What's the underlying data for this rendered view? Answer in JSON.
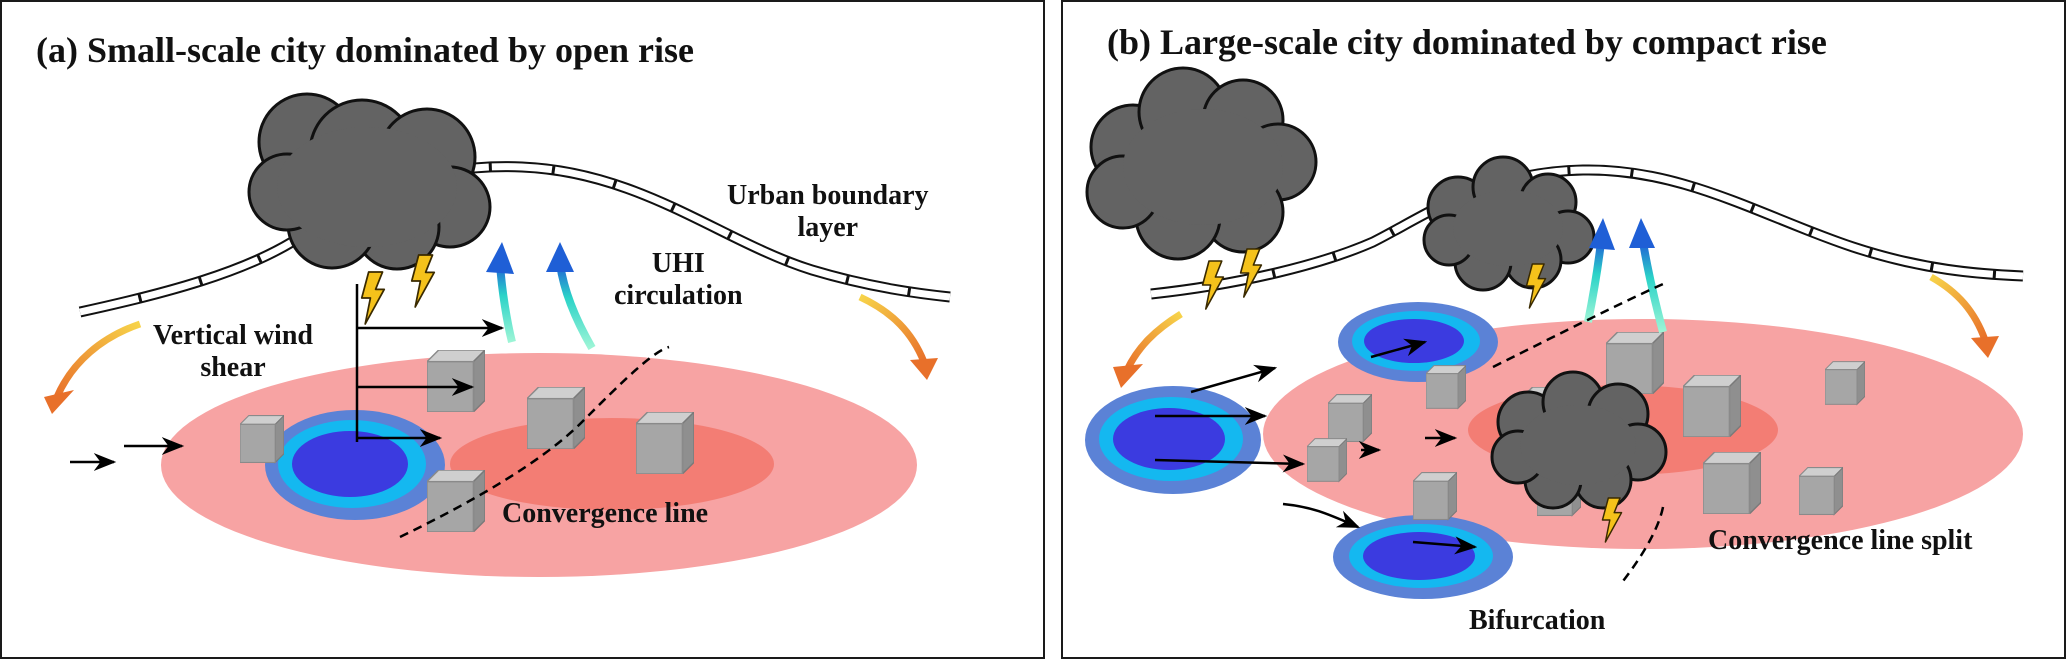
{
  "panels": [
    {
      "title": "(a) Small-scale city dominated by open rise",
      "labels": {
        "boundary_layer": "Urban boundary\nlayer",
        "uhi_circulation": "UHI\ncirculation",
        "vertical_wind_shear": "Vertical wind\nshear",
        "convergence_line": "Convergence line"
      }
    },
    {
      "title": "(b) Large-scale city dominated by compact rise",
      "labels": {
        "convergence_line_split": "Convergence line split",
        "bifurcation": "Bifurcation"
      }
    }
  ],
  "colors": {
    "uhi_outer": "#f7a3a3",
    "uhi_inner": "#f27b72",
    "storm_outer": "#5b82d6",
    "storm_ring": "#14b8f0",
    "storm_core": "#3b3be0",
    "cloud": "#636363",
    "building": "#a6a6a6",
    "lightning": "#f5c21b"
  },
  "icons": [
    "cloud-icon",
    "lightning-icon",
    "building-icon",
    "arrow-icon"
  ]
}
